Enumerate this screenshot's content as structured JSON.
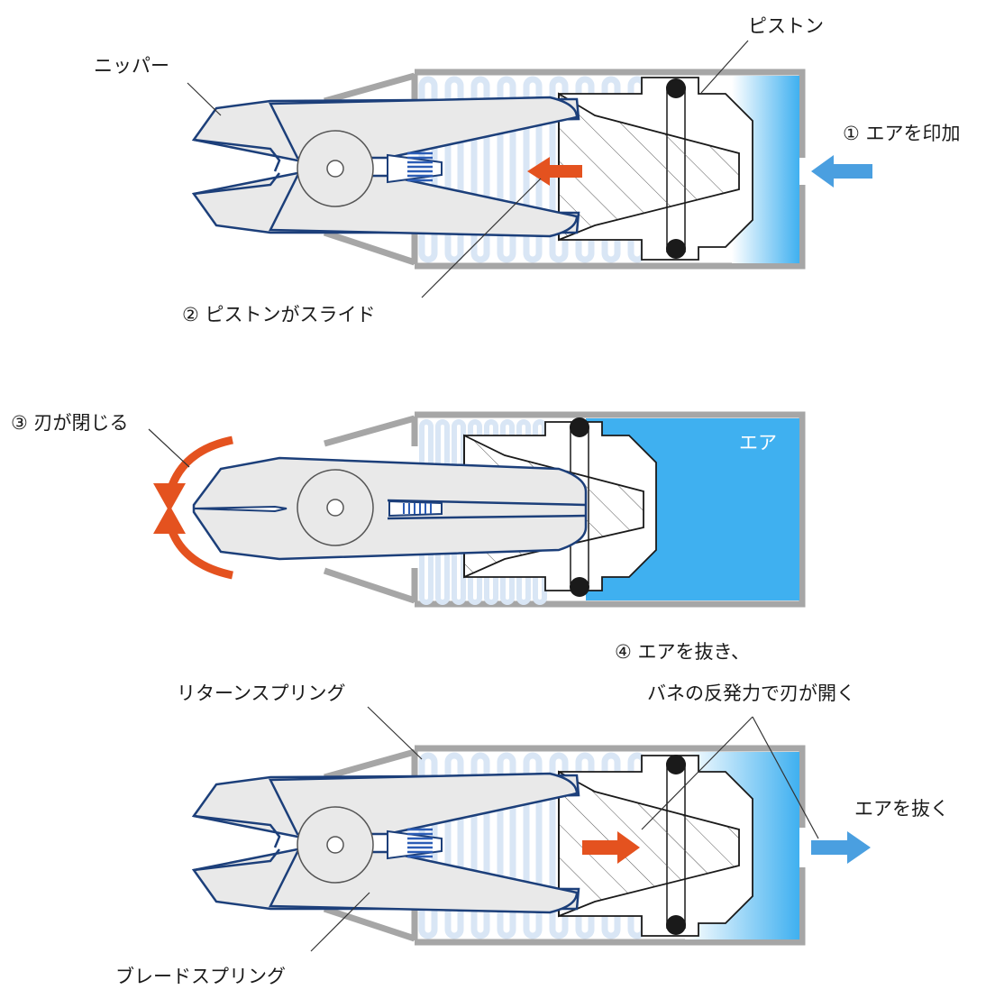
{
  "labels": {
    "nipper": "ニッパー",
    "piston": "ピストン",
    "step1": "① エアを印加",
    "step2": "② ピストンがスライド",
    "step3": "③ 刃が閉じる",
    "air": "エア",
    "step4_line1": "④ エアを抜き、",
    "step4_line2": "バネの反発力で刃が開く",
    "return_spring": "リターンスプリング",
    "remove_air": "エアを抜く",
    "blade_spring": "ブレードスプリング"
  },
  "colors": {
    "air_blue": "#3fb0f0",
    "arrow_blue": "#4a9fe0",
    "arrow_orange": "#e4521f",
    "housing_gray": "#a6a6a6",
    "outline_navy": "#1c3f7a",
    "spring_light": "#d9e6f5",
    "spring_dark": "#2c5db6",
    "blade_fill": "#e9e9e9"
  }
}
